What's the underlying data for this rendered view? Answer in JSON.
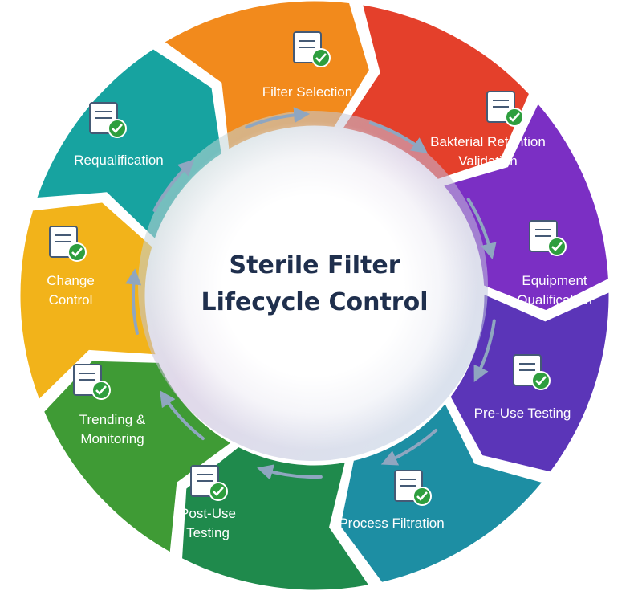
{
  "center": {
    "line1": "Sterile Filter",
    "line2": "Lifecycle Control"
  },
  "stages": [
    {
      "lines": [
        "Filter Selection"
      ],
      "color": "#f28a1c",
      "icon": "filter-cartridge-icon"
    },
    {
      "lines": [
        "Bakterial Retention",
        "Validation"
      ],
      "color": "#e4402b",
      "icon": "petri-dish-icon"
    },
    {
      "lines": [
        "Equipment",
        "Qualification"
      ],
      "color": "#7b2fc4",
      "icon": "clipboard-check-icon"
    },
    {
      "lines": [
        "Pre-Use Testing"
      ],
      "color": "#5b35b8",
      "icon": "vessel-check-icon"
    },
    {
      "lines": [
        "Process Filtration"
      ],
      "color": "#1d8ea3",
      "icon": "filtration-equipment-icon"
    },
    {
      "lines": [
        "Post-Use",
        "Testing"
      ],
      "color": "#1f8a4c",
      "icon": "chart-check-icon"
    },
    {
      "lines": [
        "Trending &",
        "Monitoring"
      ],
      "color": "#3f9b35",
      "icon": "monitor-chart-icon"
    },
    {
      "lines": [
        "Change",
        "Control"
      ],
      "color": "#f2b31a",
      "icon": "gears-icon"
    },
    {
      "lines": [
        "Requalification"
      ],
      "color": "#17a3a0",
      "icon": "document-check-icon"
    }
  ]
}
